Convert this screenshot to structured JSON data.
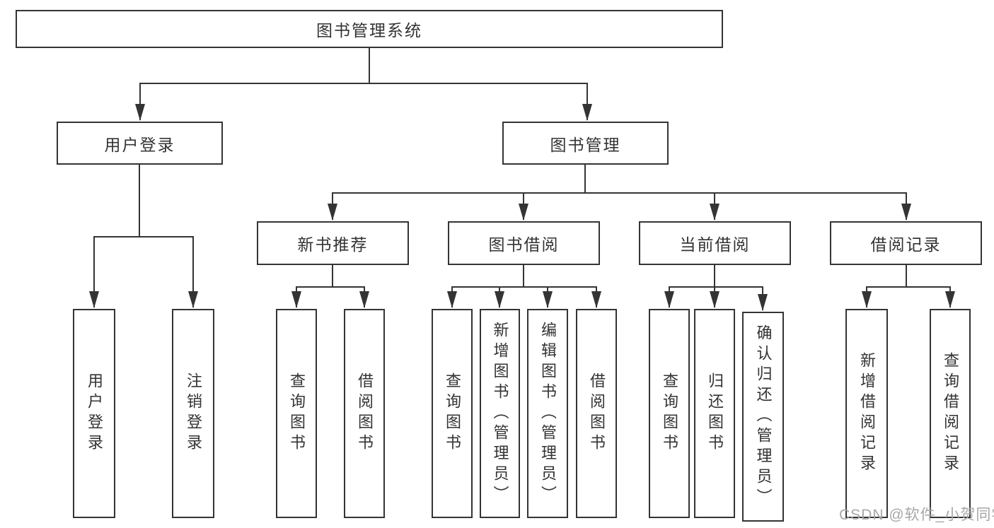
{
  "colors": {
    "line": "#343434",
    "text": "#333333",
    "box_background": "#ffffff",
    "watermark": "#a7a7a7"
  },
  "tree": {
    "root": {
      "label": "图书管理系统",
      "children": [
        {
          "label": "用户登录",
          "children": [
            {
              "label": "用户登录"
            },
            {
              "label": "注销登录"
            }
          ]
        },
        {
          "label": "图书管理",
          "children": [
            {
              "label": "新书推荐",
              "children": [
                {
                  "label": "查询图书"
                },
                {
                  "label": "借阅图书"
                }
              ]
            },
            {
              "label": "图书借阅",
              "children": [
                {
                  "label": "查询图书"
                },
                {
                  "label": "新增图书（管理员）"
                },
                {
                  "label": "编辑图书（管理员）"
                },
                {
                  "label": "借阅图书"
                }
              ]
            },
            {
              "label": "当前借阅",
              "children": [
                {
                  "label": "查询图书"
                },
                {
                  "label": "归还图书"
                },
                {
                  "label": "确认归还（管理员）"
                }
              ]
            },
            {
              "label": "借阅记录",
              "children": [
                {
                  "label": "新增借阅记录"
                },
                {
                  "label": "查询借阅记录"
                }
              ]
            }
          ]
        }
      ]
    }
  },
  "watermark": {
    "text": "CSDN @软件_小贺同学"
  }
}
